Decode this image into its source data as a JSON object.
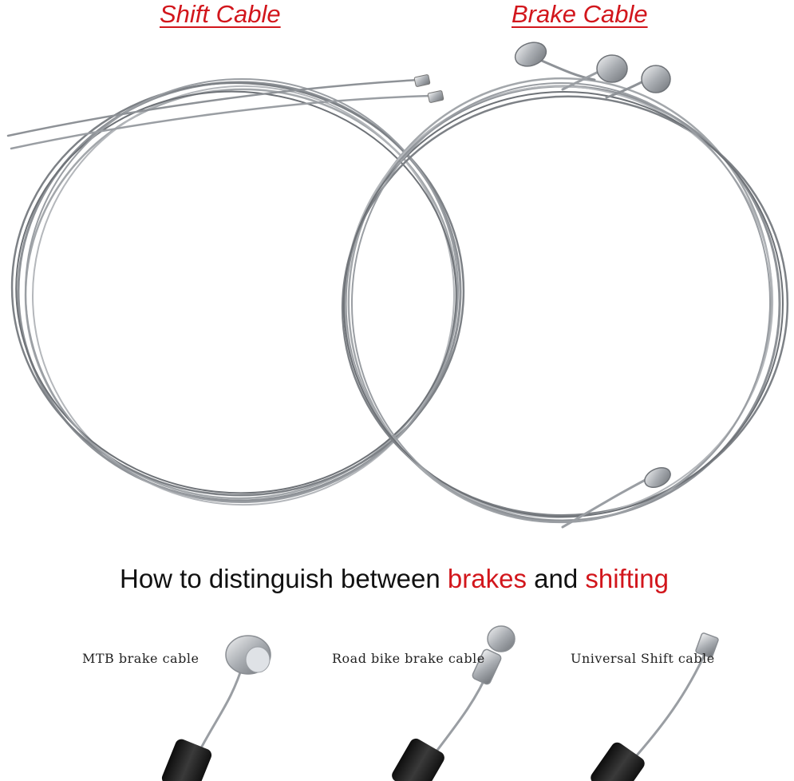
{
  "labels": {
    "shift": "Shift Cable",
    "brake": "Brake Cable"
  },
  "headline": {
    "part1": "How to distinguish between ",
    "brakes": "brakes",
    "part2": " and ",
    "shifting": "shifting"
  },
  "captions": {
    "mtb": "MTB brake cable",
    "road": "Road bike brake cable",
    "universal": "Universal Shift cable"
  },
  "colors": {
    "accent": "#d2161c",
    "cable": "#8e9297",
    "housing": "#1c1c1c"
  }
}
